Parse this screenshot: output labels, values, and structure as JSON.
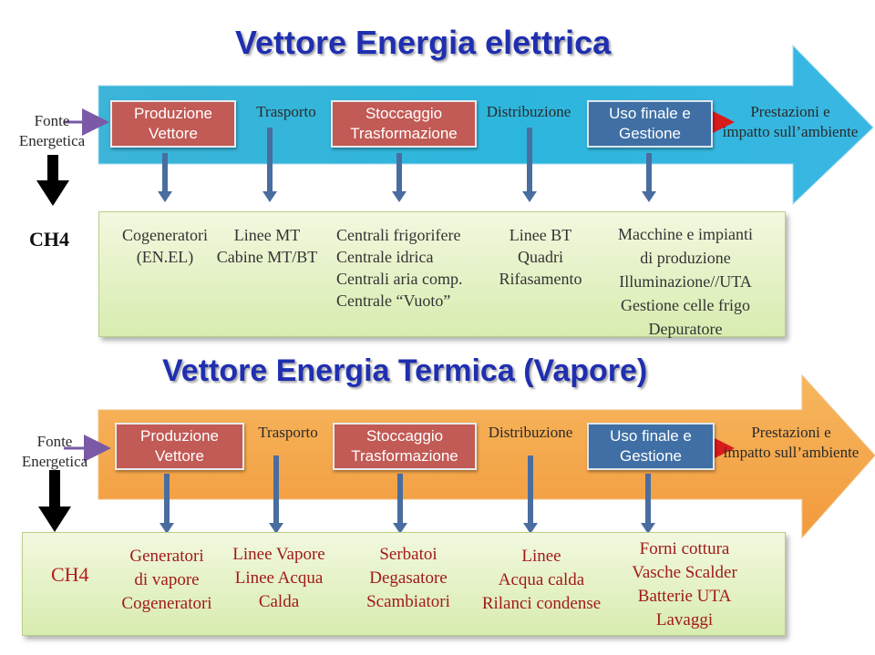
{
  "elettrica": {
    "title": "Vettore Energia elettrica",
    "fonte": [
      "Fonte",
      "Energetica"
    ],
    "produzione": [
      "Produzione",
      "Vettore"
    ],
    "trasporto": "Trasporto",
    "stoccaggio": [
      "Stoccaggio",
      "Trasformazione"
    ],
    "distribuzione": "Distribuzione",
    "uso_finale": [
      "Uso finale e",
      "Gestione"
    ],
    "prestazioni": [
      "Prestazioni  e",
      "impatto sull’ambiente"
    ],
    "ch4": "CH4",
    "cogeneratori": [
      "Cogeneratori",
      "(EN.EL)"
    ],
    "linee_mt": [
      "Linee MT",
      "Cabine MT/BT"
    ],
    "centrali": [
      "Centrali frigorifere",
      "Centrale idrica",
      "Centrali aria comp.",
      "Centrale  “Vuoto”"
    ],
    "linee_bt": [
      "Linee BT",
      "Quadri",
      "Rifasamento"
    ],
    "macchine": [
      "Macchine e impianti",
      "di produzione",
      "Illuminazione//UTA",
      "Gestione celle frigo",
      "Depuratore"
    ]
  },
  "termica": {
    "title": "Vettore Energia Termica (Vapore)",
    "fonte": [
      "Fonte",
      "Energetica"
    ],
    "produzione": [
      "Produzione",
      "Vettore"
    ],
    "trasporto": "Trasporto",
    "stoccaggio": [
      "Stoccaggio",
      "Trasformazione"
    ],
    "distribuzione": "Distribuzione",
    "uso_finale": [
      "Uso finale e",
      "Gestione"
    ],
    "prestazioni": [
      "Prestazioni  e",
      "impatto sull’ambiente"
    ],
    "ch4": "CH4",
    "generatori": [
      "Generatori",
      "di vapore",
      "Cogeneratori"
    ],
    "linee": [
      "Linee Vapore",
      "Linee Acqua",
      "Calda"
    ],
    "serbatoi": [
      "Serbatoi",
      "Degasatore",
      "Scambiatori"
    ],
    "linee_acqua": [
      "Linee",
      "Acqua calda",
      "Rilanci condense"
    ],
    "forni": [
      "Forni cottura",
      "Vasche Scalder",
      "Batterie UTA",
      "Lavaggi"
    ]
  },
  "colors": {
    "band_top": "#2fb8dd",
    "band_bottom": "#f3a24a",
    "red_box": "#c25a55",
    "blue_box": "#3f6fa5",
    "title": "#1f2fb0",
    "arrow_down": "#4a6da0",
    "red_text": "#a21a1a"
  }
}
